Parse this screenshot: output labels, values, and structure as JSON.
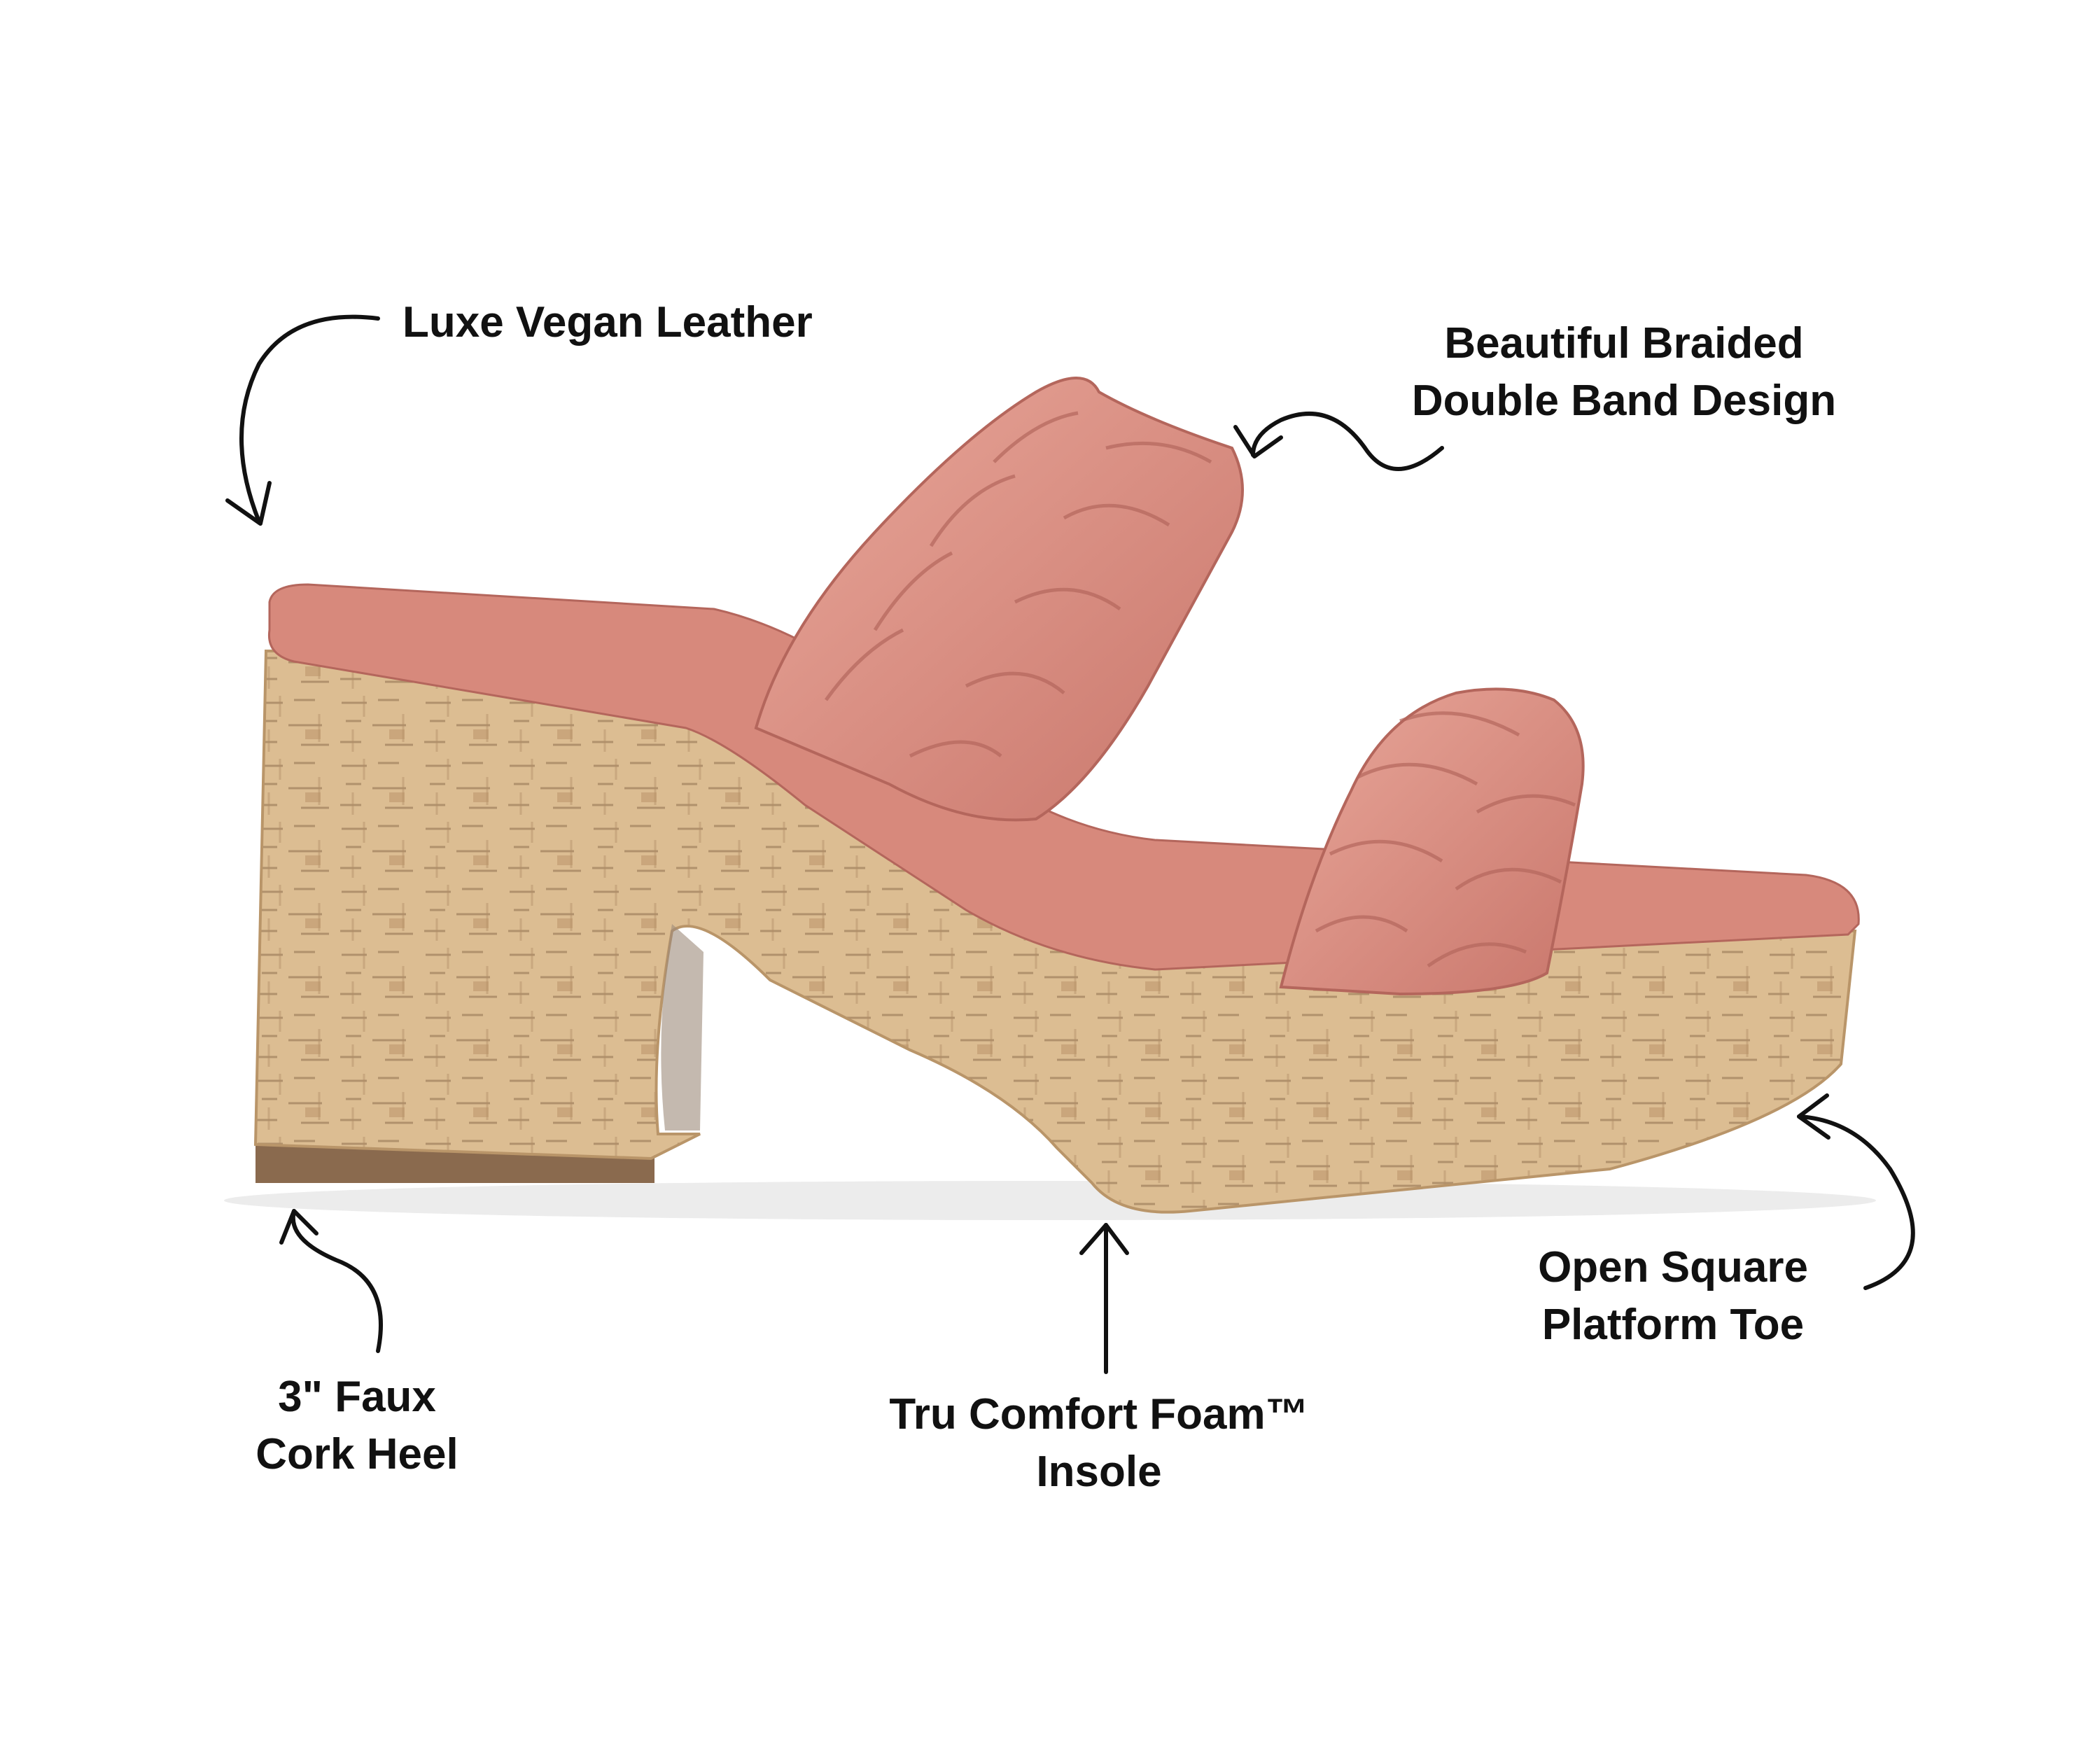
{
  "callouts": {
    "leather": {
      "line1": "Luxe Vegan Leather"
    },
    "braid": {
      "line1": "Beautiful Braided",
      "line2": "Double Band Design"
    },
    "heel": {
      "line1": "3\" Faux",
      "line2": "Cork Heel"
    },
    "foam": {
      "line1": "Tru Comfort Foam™",
      "line2": "Insole"
    },
    "toe": {
      "line1": "Open Square",
      "line2": "Platform Toe"
    }
  },
  "colors": {
    "leather": "#d7897c",
    "leather_light": "#e9a79a",
    "leather_dark": "#b4665c",
    "cork": "#d9b98e",
    "cork_dark": "#8e6c4c",
    "sole": "#8a6a4e",
    "arrow": "#111111"
  }
}
